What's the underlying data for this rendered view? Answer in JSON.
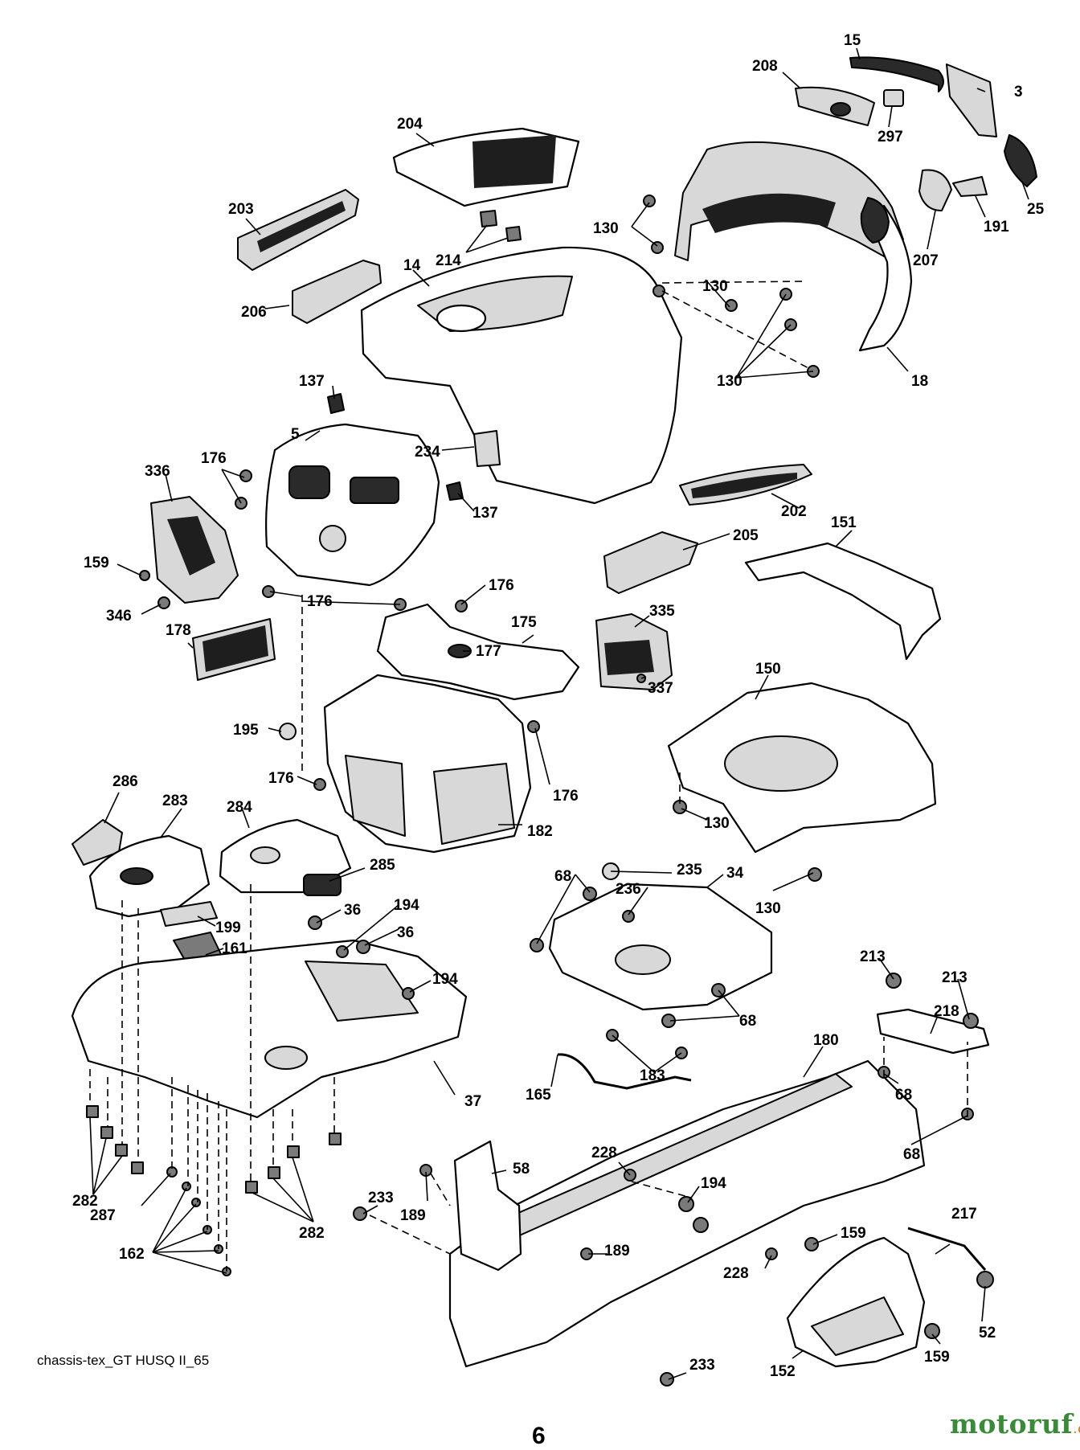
{
  "caption": "chassis-tex_GT HUSQ II_65",
  "page_number": "6",
  "logo": {
    "name": "motoruf",
    "tld": ".de"
  },
  "callouts": [
    {
      "label": "15"
    },
    {
      "label": "208"
    },
    {
      "label": "3"
    },
    {
      "label": "204"
    },
    {
      "label": "297"
    },
    {
      "label": "25"
    },
    {
      "label": "203"
    },
    {
      "label": "130"
    },
    {
      "label": "191"
    },
    {
      "label": "214"
    },
    {
      "label": "14"
    },
    {
      "label": "207"
    },
    {
      "label": "130"
    },
    {
      "label": "206"
    },
    {
      "label": "130"
    },
    {
      "label": "18"
    },
    {
      "label": "137"
    },
    {
      "label": "5"
    },
    {
      "label": "234"
    },
    {
      "label": "176"
    },
    {
      "label": "336"
    },
    {
      "label": "137"
    },
    {
      "label": "202"
    },
    {
      "label": "205"
    },
    {
      "label": "151"
    },
    {
      "label": "159"
    },
    {
      "label": "176"
    },
    {
      "label": "176"
    },
    {
      "label": "346"
    },
    {
      "label": "175"
    },
    {
      "label": "335"
    },
    {
      "label": "178"
    },
    {
      "label": "177"
    },
    {
      "label": "150"
    },
    {
      "label": "337"
    },
    {
      "label": "195"
    },
    {
      "label": "176"
    },
    {
      "label": "176"
    },
    {
      "label": "130"
    },
    {
      "label": "286"
    },
    {
      "label": "283"
    },
    {
      "label": "284"
    },
    {
      "label": "182"
    },
    {
      "label": "285"
    },
    {
      "label": "68"
    },
    {
      "label": "235"
    },
    {
      "label": "34"
    },
    {
      "label": "236"
    },
    {
      "label": "194"
    },
    {
      "label": "36"
    },
    {
      "label": "199"
    },
    {
      "label": "36"
    },
    {
      "label": "130"
    },
    {
      "label": "161"
    },
    {
      "label": "194"
    },
    {
      "label": "213"
    },
    {
      "label": "213"
    },
    {
      "label": "68"
    },
    {
      "label": "218"
    },
    {
      "label": "180"
    },
    {
      "label": "183"
    },
    {
      "label": "165"
    },
    {
      "label": "37"
    },
    {
      "label": "68"
    },
    {
      "label": "68"
    },
    {
      "label": "228"
    },
    {
      "label": "58"
    },
    {
      "label": "194"
    },
    {
      "label": "282"
    },
    {
      "label": "233"
    },
    {
      "label": "189"
    },
    {
      "label": "287"
    },
    {
      "label": "282"
    },
    {
      "label": "159"
    },
    {
      "label": "217"
    },
    {
      "label": "189"
    },
    {
      "label": "162"
    },
    {
      "label": "228"
    },
    {
      "label": "52"
    },
    {
      "label": "233"
    },
    {
      "label": "159"
    },
    {
      "label": "152"
    }
  ]
}
